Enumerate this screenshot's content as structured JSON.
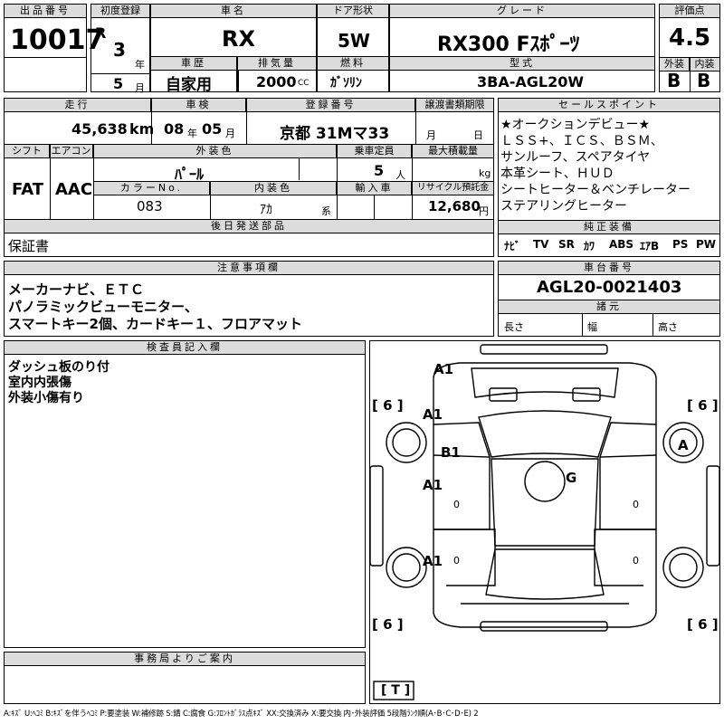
{
  "header": {
    "lot_label": "出品番号",
    "lot_value": "10017",
    "first_reg_label": "初度登録",
    "era": "R",
    "first_reg_year": "3",
    "year_unit": "年",
    "first_reg_month": "5",
    "month_unit": "月",
    "name_label": "車名",
    "name_value": "RX",
    "door_label": "ドア形状",
    "door_value": "5W",
    "grade_label": "グレード",
    "grade_value": "RX300 Fｽﾎﾟｰﾂ",
    "score_label": "評価点",
    "score_value": "4.5",
    "history_label": "車歴",
    "history_value": "自家用",
    "displacement_label": "排気量",
    "displacement_value": "2000",
    "displacement_unit": "CC",
    "fuel_label": "燃料",
    "fuel_value": "ｶﾞｿﾘﾝ",
    "model_label": "型式",
    "model_value": "AGL20W",
    "ext_label": "外装",
    "ext_value": "B",
    "int_label": "内装",
    "int_value": "B",
    "model_prefix": "3BA-"
  },
  "row2": {
    "mileage_label": "走行",
    "mileage_value": "45,638",
    "mileage_unit": "km",
    "inspection_label": "車検",
    "inspection_year": "08",
    "inspection_year_unit": "年",
    "inspection_month": "05",
    "inspection_month_unit": "月",
    "reg_label": "登録番号",
    "reg_value": "京都 31Mマ33",
    "transfer_label": "譲渡書類期限",
    "transfer_month": "月",
    "transfer_day": "日",
    "shift_label": "シフト",
    "shift_value": "FAT",
    "aircon_label": "エアコン",
    "aircon_value": "AAC",
    "exterior_color_label": "外装色",
    "exterior_color_value": "ﾊﾟｰﾙ",
    "capacity_label": "乗車定員",
    "capacity_value": "5",
    "capacity_unit": "人",
    "maxload_label": "最大積載量",
    "maxload_unit": "kg",
    "color_no_label": "カラーNo.",
    "color_no_value": "083",
    "interior_color_label": "内装色",
    "interior_color_value": "ｱｶ",
    "interior_color_unit": "系",
    "import_label": "輸入車",
    "recycle_label": "リサイクル預託金",
    "recycle_value": "12,680",
    "recycle_unit": "円",
    "later_parts_label": "後日発送部品",
    "later_parts_value": "保証書"
  },
  "sales_points": {
    "label": "セールスポイント",
    "lines": [
      "★オークションデビュー★",
      "ＬＳＳ+、ＩＣＳ、ＢＳＭ、",
      "サンルーフ、スペアタイヤ",
      "本革シート、ＨＵＤ",
      "シートヒーター＆ベンチレーター",
      "ステアリングヒーター"
    ]
  },
  "equipment": {
    "label": "純正装備",
    "items": [
      "ﾅﾋﾞ",
      "TV",
      "SR",
      "ｶﾜ",
      "ABS",
      "ｴｱB",
      "PS",
      "PW"
    ]
  },
  "notes": {
    "label": "注意事項欄",
    "lines": [
      "メーカーナビ、ＥＴＣ",
      "パノラミックビューモニター、",
      "スマートキー2個、カードキー１、フロアマット"
    ]
  },
  "chassis": {
    "label": "車台番号",
    "value": "AGL20-0021403",
    "spec_label": "諸元",
    "length_label": "長さ",
    "width_label": "幅",
    "height_label": "高さ"
  },
  "inspector": {
    "label": "検査員記入欄",
    "lines": [
      "ダッシュ板のり付",
      "室内内張傷",
      "外装小傷有り"
    ]
  },
  "office": {
    "label": "事務局よりご案内"
  },
  "diagram": {
    "marks": {
      "a1_top": "A1",
      "a1_fl": "A1",
      "b1": "B1",
      "a": "A",
      "g": "G",
      "a1_door_f": "A1",
      "a1_door_r": "A1"
    },
    "tire_label": "[ 6 ]",
    "tire_fl": "6",
    "tire_fr": "6",
    "tire_rl": "6",
    "tire_rr": "6",
    "spare": "T",
    "zero": "0"
  },
  "legend": "A:ｷｽﾞ U:ﾍｺﾐ B:ｷｽﾞを伴うﾍｺﾐ P:要塗装 W:補修跡 S:錆 C:腐食 G:ﾌﾛﾝﾄｶﾞﾗｽ点ｷｽﾞ XX:交換済み X:要交換 内･外装評価 5段階ﾗﾝｸ順(A･B･C･D･E) 2"
}
